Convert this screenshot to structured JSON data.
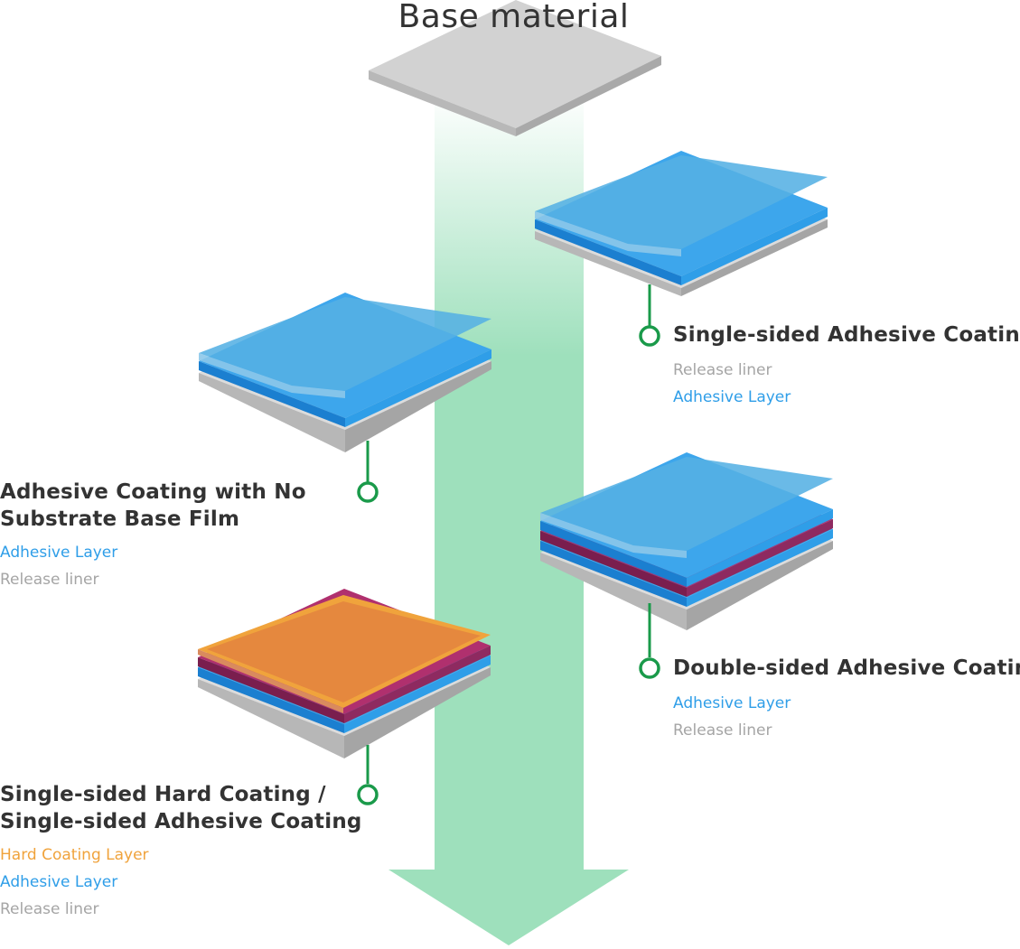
{
  "title": "Base material",
  "colors": {
    "arrow": "#9ee0bc",
    "connector": "#1a9a4a",
    "release_liner": "#a5a5a5",
    "adhesive": "#2f9ee8",
    "hard_coating": "#f0a33c",
    "base_film": "#8e2a60"
  },
  "products": [
    {
      "heading": "Single-sided Adhesive Coating",
      "layers": [
        {
          "text": "Release liner",
          "color": "#a5a5a5"
        },
        {
          "text": "Adhesive Layer",
          "color": "#2f9ee8"
        }
      ]
    },
    {
      "heading_lines": [
        "Adhesive Coating with No",
        "Substrate Base Film"
      ],
      "layers": [
        {
          "text": "Adhesive Layer",
          "color": "#2f9ee8"
        },
        {
          "text": "Release liner",
          "color": "#a5a5a5"
        }
      ]
    },
    {
      "heading": "Double-sided Adhesive Coating",
      "layers": [
        {
          "text": "Adhesive Layer",
          "color": "#2f9ee8"
        },
        {
          "text": "Release liner",
          "color": "#a5a5a5"
        }
      ]
    },
    {
      "heading_lines": [
        "Single-sided Hard Coating /",
        "Single-sided Adhesive Coating"
      ],
      "layers": [
        {
          "text": "Hard Coating Layer",
          "color": "#f0a33c"
        },
        {
          "text": "Adhesive Layer",
          "color": "#2f9ee8"
        },
        {
          "text": "Release liner",
          "color": "#a5a5a5"
        }
      ]
    }
  ]
}
